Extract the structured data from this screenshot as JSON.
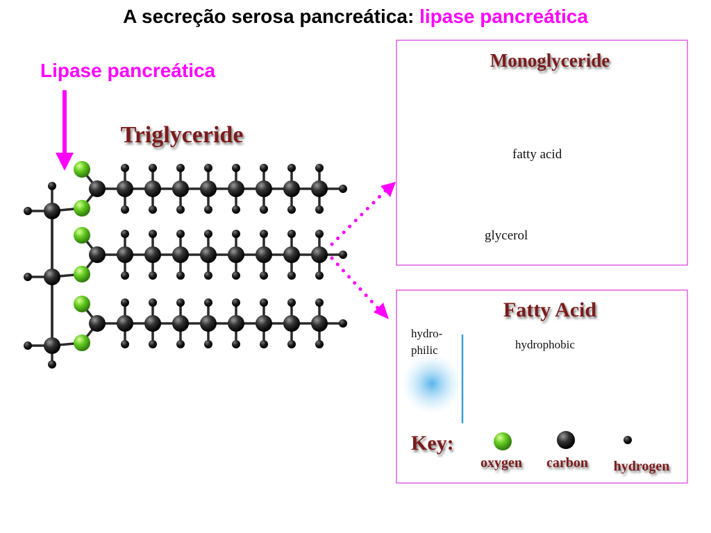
{
  "title": {
    "main": "A secreção serosa pancreática: ",
    "accent": "lipase pancreática"
  },
  "enzyme_label": "Lipase pancreática",
  "triglyceride": {
    "title": "Triglyceride"
  },
  "monoglyceride": {
    "title": "Monoglyceride",
    "fatty_acid_label": "fatty acid",
    "glycerol_label": "glycerol"
  },
  "fatty_acid_panel": {
    "title": "Fatty Acid",
    "hydrophilic": [
      "hydro-",
      "philic"
    ],
    "hydrophobic": "hydrophobic"
  },
  "key": {
    "title": "Key:",
    "oxygen": "oxygen",
    "carbon": "carbon",
    "hydrogen": "hydrogen"
  },
  "colors": {
    "accent": "#ff00ff",
    "oxygen": "#66cc22",
    "carbon": "#333333",
    "hydrogen": "#1a1a1a",
    "title_serif": "#7a1c1c",
    "divider": "#3aa0d8"
  }
}
